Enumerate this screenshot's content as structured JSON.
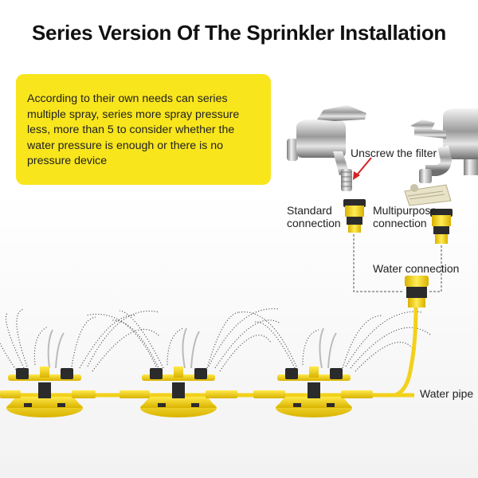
{
  "header": {
    "title": "Series Version Of The Sprinkler Installation"
  },
  "note": {
    "text": "According to their own needs can series multiple spray, series more spray pressure less, more than 5 to consider whether the water pressure is enough or there is no pressure device"
  },
  "labels": {
    "unscrew_filter": "Unscrew the filter",
    "standard_connection": "Standard\nconnection",
    "multipurpose_connection": "Multipurpose\nconnection",
    "water_connection": "Water connection",
    "water_pipe": "Water pipe"
  },
  "colors": {
    "accent_yellow": "#f8e51c",
    "pipe_yellow": "#f2d11a",
    "dark_part": "#2b2b2b",
    "arrow_red": "#d42020"
  },
  "icons": [
    "faucet-standard-icon",
    "faucet-multipurpose-icon",
    "connector-icon",
    "sprinkler-icon"
  ]
}
